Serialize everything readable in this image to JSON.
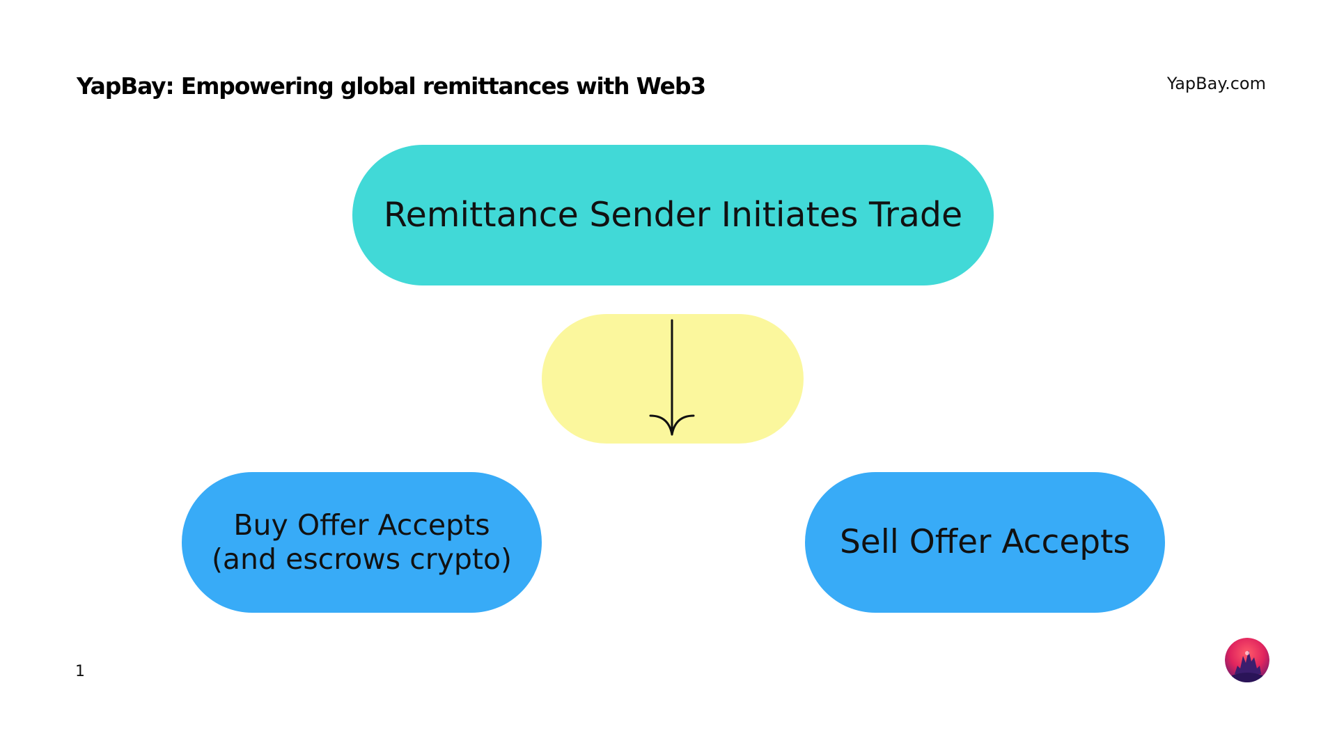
{
  "header": {
    "title": "YapBay: Empowering global remittances with Web3",
    "site": "YapBay.com"
  },
  "diagram": {
    "top_node": "Remittance Sender Initiates Trade",
    "left_node": {
      "line1": "Buy Offer Accepts",
      "line2": "(and escrows crypto)"
    },
    "right_node": "Sell Offer Accepts"
  },
  "footer": {
    "page_number": "1"
  },
  "colors": {
    "top_node": "#41d9d7",
    "connector_node": "#fbf79d",
    "offer_nodes": "#38abf7",
    "arrow": "#111111"
  },
  "icons": {
    "arrow": "arrow-down-icon",
    "logo": "yapbay-logo-icon"
  }
}
